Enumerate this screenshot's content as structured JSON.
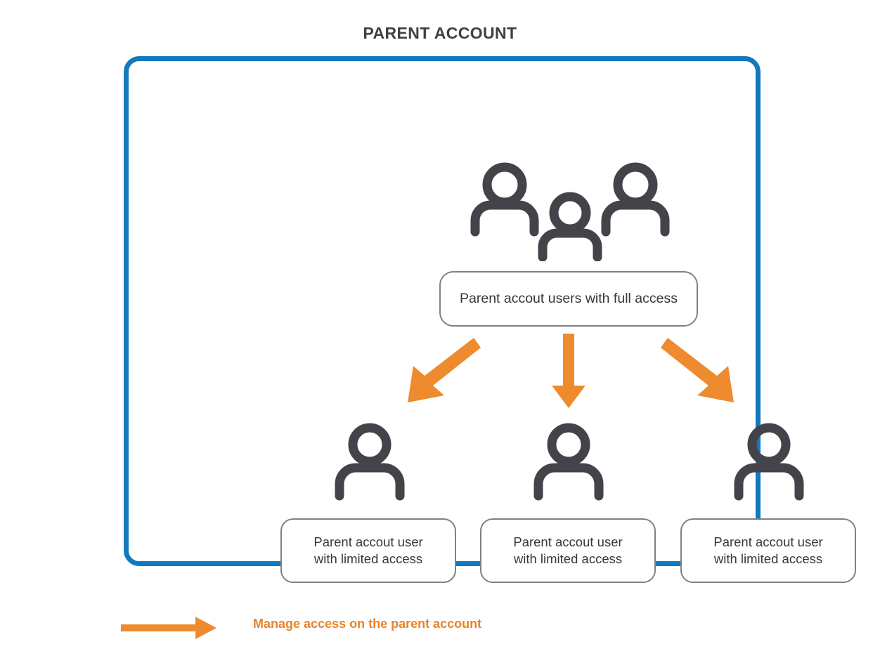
{
  "title": "PARENT ACCOUNT",
  "colors": {
    "frame_border": "#1279be",
    "arrow": "#ee8b2e",
    "box_border": "#7f8189",
    "text": "#37373b",
    "title": "#3f4045",
    "icon": "#434349",
    "legend_text": "#e8832a",
    "background": "#ffffff"
  },
  "frame": {
    "group_icon_name": "group-of-users-icon",
    "top_box": {
      "label": "Parent accout users with full access"
    },
    "arrows": [
      {
        "name": "arrow-down-left",
        "direction": "down-left"
      },
      {
        "name": "arrow-down",
        "direction": "down"
      },
      {
        "name": "arrow-down-right",
        "direction": "down-right"
      }
    ],
    "children": [
      {
        "icon_name": "person-icon",
        "line1": "Parent accout user",
        "line2": "with limited access"
      },
      {
        "icon_name": "person-icon",
        "line1": "Parent accout user",
        "line2": "with limited access"
      },
      {
        "icon_name": "person-icon",
        "line1": "Parent accout user",
        "line2": "with limited access"
      }
    ]
  },
  "legend": {
    "arrow_name": "legend-arrow-icon",
    "label": "Manage access on the parent account"
  }
}
